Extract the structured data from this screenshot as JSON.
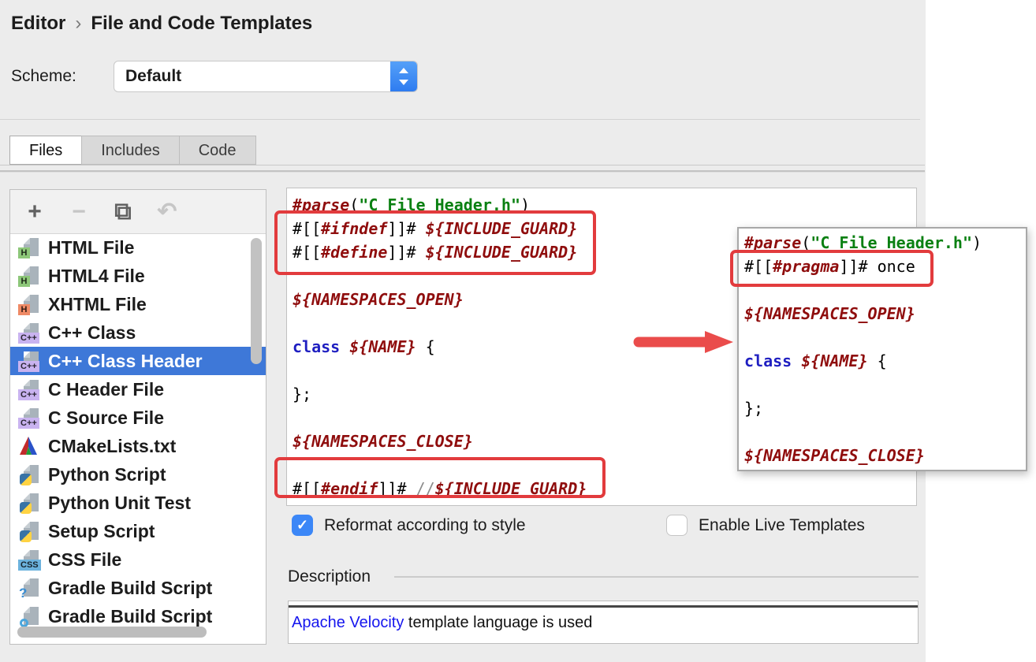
{
  "breadcrumb": {
    "parent": "Editor",
    "separator": "›",
    "current": "File and Code Templates"
  },
  "scheme": {
    "label": "Scheme:",
    "value": "Default"
  },
  "tabs": [
    {
      "label": "Files",
      "active": true
    },
    {
      "label": "Includes",
      "active": false
    },
    {
      "label": "Code",
      "active": false
    }
  ],
  "toolbar": [
    {
      "name": "add-template-icon",
      "glyph": "+",
      "enabled": true
    },
    {
      "name": "remove-template-icon",
      "glyph": "−",
      "enabled": false
    },
    {
      "name": "duplicate-template-icon",
      "glyph": "⧉",
      "enabled": true
    },
    {
      "name": "revert-template-icon",
      "glyph": "↶",
      "enabled": false
    }
  ],
  "template_list": {
    "selected_index": 4,
    "items": [
      {
        "label": "HTML File",
        "icon": "file-badge",
        "badge": "H",
        "badge_bg": "#8dc779"
      },
      {
        "label": "HTML4 File",
        "icon": "file-badge",
        "badge": "H",
        "badge_bg": "#8dc779"
      },
      {
        "label": "XHTML File",
        "icon": "file-badge",
        "badge": "H",
        "badge_bg": "#ef8a66"
      },
      {
        "label": "C++ Class",
        "icon": "file-badge",
        "badge": "C++",
        "badge_bg": "#c9b3f0"
      },
      {
        "label": "C++ Class Header",
        "icon": "file-badge",
        "badge": "C++",
        "badge_bg": "#c9b3f0"
      },
      {
        "label": "C Header File",
        "icon": "file-badge",
        "badge": "C++",
        "badge_bg": "#c9b3f0"
      },
      {
        "label": "C Source File",
        "icon": "file-badge",
        "badge": "C++",
        "badge_bg": "#c9b3f0"
      },
      {
        "label": "CMakeLists.txt",
        "icon": "cmake"
      },
      {
        "label": "Python Script",
        "icon": "python"
      },
      {
        "label": "Python Unit Test",
        "icon": "python"
      },
      {
        "label": "Setup Script",
        "icon": "python"
      },
      {
        "label": "CSS File",
        "icon": "file-badge",
        "badge": "CSS",
        "badge_bg": "#6cb2dd"
      },
      {
        "label": "Gradle Build Script",
        "icon": "gradle-question"
      },
      {
        "label": "Gradle Build Script",
        "icon": "gradle-ring"
      }
    ]
  },
  "editor": {
    "lines": [
      [
        [
          "d",
          "#parse"
        ],
        [
          "p",
          "("
        ],
        [
          "s",
          "\"C File Header.h\""
        ],
        [
          "p",
          ")"
        ]
      ],
      [
        [
          "p",
          "#[["
        ],
        [
          "d",
          "#ifndef"
        ],
        [
          "p",
          "]]# "
        ],
        [
          "v",
          "${INCLUDE_GUARD}"
        ]
      ],
      [
        [
          "p",
          "#[["
        ],
        [
          "d",
          "#define"
        ],
        [
          "p",
          "]]# "
        ],
        [
          "v",
          "${INCLUDE_GUARD}"
        ]
      ],
      [],
      [
        [
          "v",
          "${NAMESPACES_OPEN}"
        ]
      ],
      [],
      [
        [
          "k",
          "class"
        ],
        [
          "p",
          " "
        ],
        [
          "v",
          "${NAME}"
        ],
        [
          "p",
          " {"
        ]
      ],
      [],
      [
        [
          "p",
          "};"
        ]
      ],
      [],
      [
        [
          "v",
          "${NAMESPACES_CLOSE}"
        ]
      ],
      [],
      [
        [
          "p",
          "#[["
        ],
        [
          "d",
          "#endif"
        ],
        [
          "p",
          "]]# "
        ],
        [
          "c",
          "//"
        ],
        [
          "v",
          "${INCLUDE_GUARD}"
        ]
      ]
    ]
  },
  "popup": {
    "lines": [
      [
        [
          "d",
          "#parse"
        ],
        [
          "p",
          "("
        ],
        [
          "s",
          "\"C File Header.h\""
        ],
        [
          "p",
          ")"
        ]
      ],
      [
        [
          "p",
          "#[["
        ],
        [
          "d",
          "#pragma"
        ],
        [
          "p",
          "]]# once"
        ]
      ],
      [],
      [
        [
          "v",
          "${NAMESPACES_OPEN}"
        ]
      ],
      [],
      [
        [
          "k",
          "class"
        ],
        [
          "p",
          " "
        ],
        [
          "v",
          "${NAME}"
        ],
        [
          "p",
          " {"
        ]
      ],
      [],
      [
        [
          "p",
          "};"
        ]
      ],
      [],
      [
        [
          "v",
          "${NAMESPACES_CLOSE}"
        ]
      ]
    ]
  },
  "options": [
    {
      "label": "Reformat according to style",
      "checked": true,
      "check_glyph": "✓"
    },
    {
      "label": "Enable Live Templates",
      "checked": false,
      "check_glyph": ""
    }
  ],
  "description": {
    "heading": "Description",
    "link_text": "Apache Velocity",
    "text": " template language is used"
  },
  "colors": {
    "selection_blue": "#3e78d8",
    "accent_blue": "#3c87f7",
    "annotation_red": "#e23b3d",
    "directive_red": "#8f0d0d",
    "string_green": "#0a8012",
    "keyword_blue": "#1f1fc1"
  }
}
